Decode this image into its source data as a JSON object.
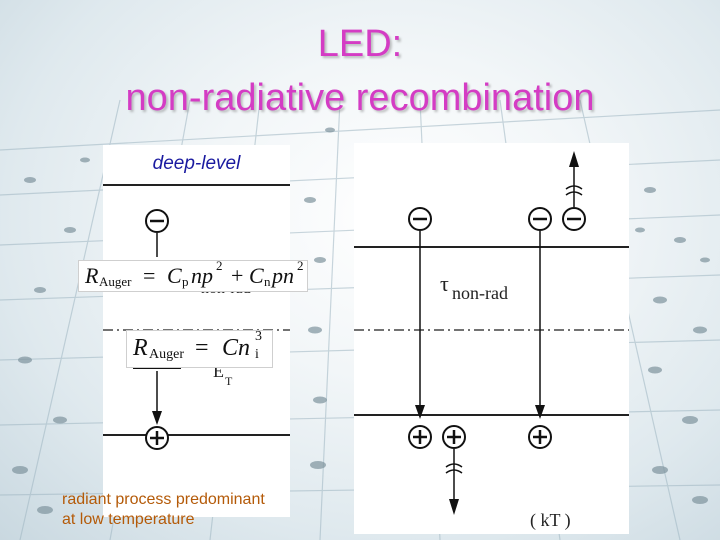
{
  "slide": {
    "title_line1": "LED:",
    "title_line2": "non-radiative recombination",
    "accent_color": "#d43cc4",
    "caption_color": "#b45a08"
  },
  "left_panel": {
    "label": "deep-level",
    "tau_label_partial": "non-rad",
    "level_label": "E",
    "level_subscript": "T"
  },
  "formula_1": {
    "lhs": "R",
    "lhs_sub": "Auger",
    "eq": "=",
    "c1": "C",
    "c1_sub": "p",
    "term1": "np",
    "exp1": "2",
    "plus": "+",
    "c2": "C",
    "c2_sub": "n",
    "term2": "pn",
    "exp2": "2"
  },
  "formula_2": {
    "lhs": "R",
    "lhs_sub": "Auger",
    "eq": "=",
    "c": "Cn",
    "sub": "i",
    "exp": "3"
  },
  "right_panel": {
    "tau_symbol": "τ",
    "tau_label": "non-rad",
    "bottom_text": "(      kT   )"
  },
  "caption": {
    "line1": "radiant process predominant",
    "line2": "at low temperature"
  },
  "icons": [
    "electron-icon",
    "hole-icon",
    "break-mark-icon",
    "arrow-down-icon",
    "arrow-up-icon"
  ]
}
